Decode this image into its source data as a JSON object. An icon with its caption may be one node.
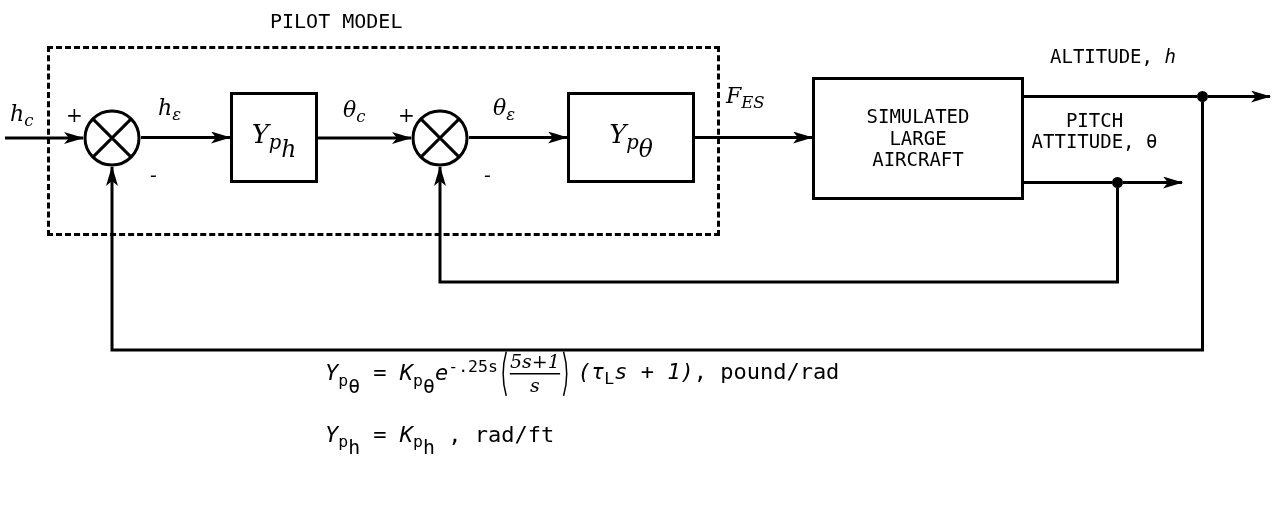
{
  "diagram": {
    "nodes": [
      {
        "text": [
          "PILOT MODEL"
        ]
      },
      {
        "text": [],
        "shape": "circle",
        "in": 0
      },
      {
        "text": [
          "Y$_{p}$$_{h}$"
        ],
        "in": 0
      },
      {
        "text": [],
        "shape": "circle",
        "in": 0
      },
      {
        "text": [
          "Y$_{p}$$_{θ}$"
        ],
        "in": 0
      },
      {
        "text": [
          "SIMULATED LARGE AIRCRAFT"
        ]
      },
      {
        "text": [],
        "shape": "dot"
      },
      {
        "text": [],
        "shape": "dot"
      }
    ],
    "edges": [
      {
        "from": null,
        "to": 1,
        "arrow": "to",
        "label": "h$_{c}$"
      },
      {
        "from": 1,
        "to": 2,
        "arrow": "to",
        "label": "h$_{ε}$"
      },
      {
        "from": 2,
        "to": 3,
        "arrow": "to",
        "label": "θ$_{c}$"
      },
      {
        "from": 3,
        "to": 4,
        "arrow": "to",
        "label": "θ$_{ε}$"
      },
      {
        "from": 4,
        "to": 5,
        "arrow": "to",
        "label": "F$_{ES}$"
      },
      {
        "from": 5,
        "to": 6,
        "arrow": "none",
        "label": "ALTITUDE, *h*"
      },
      {
        "from": 6,
        "to": null,
        "arrow": "to"
      },
      {
        "from": 5,
        "to": 7,
        "arrow": "none",
        "label": "PITCH ATTITUDE, θ"
      },
      {
        "from": 7,
        "to": null,
        "arrow": "to"
      },
      {
        "from": 7,
        "to": 3,
        "arrow": "to"
      },
      {
        "from": 6,
        "to": 1,
        "arrow": "to"
      }
    ],
    "labels": [
      "+",
      "-",
      "+",
      "-",
      "*Y*$_{p}$$_{θ}$ = *K*$_{p}$$_{θ}$*e*$^{-.25s}$",
      "5s+1",
      "s",
      "*(τ*$_{L}$*s + 1)*, pound/rad",
      "*Y*$_{p}$$_{h}$ = *K*$_{p}$$_{h}$ , rad/ft"
    ]
  }
}
